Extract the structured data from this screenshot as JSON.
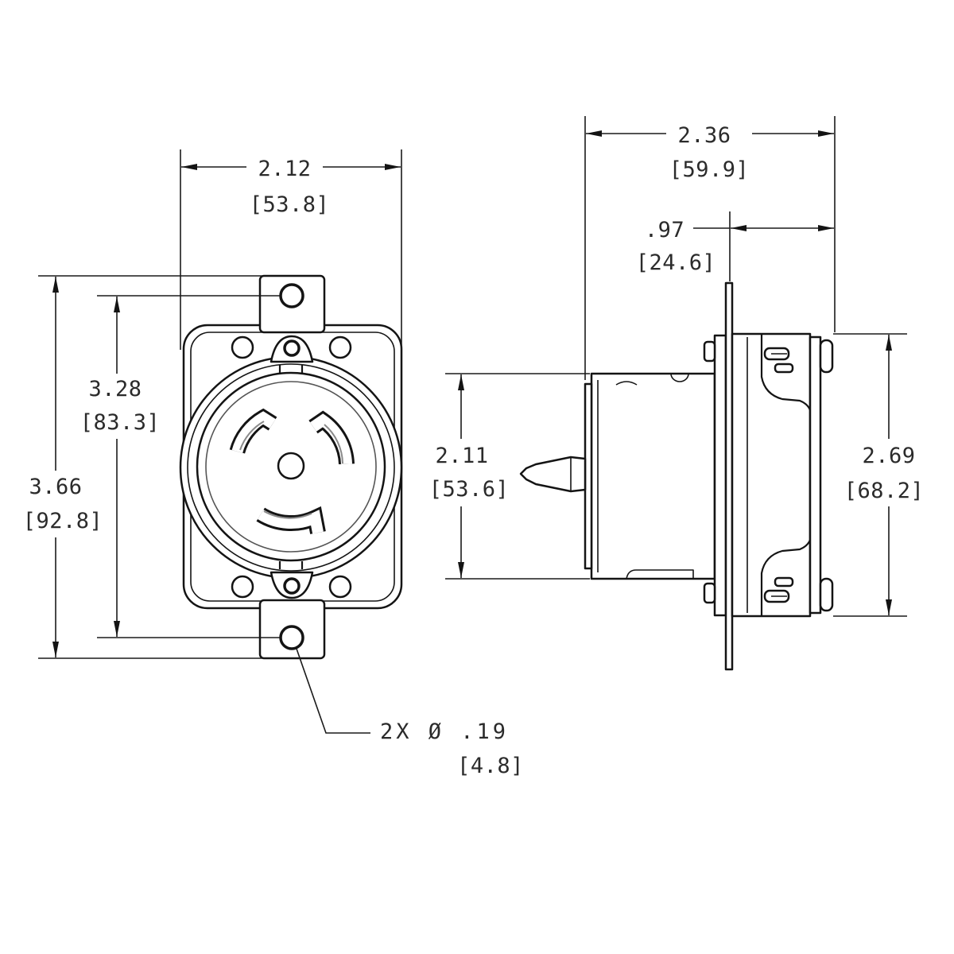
{
  "front_view": {
    "width": {
      "inch": "2.12",
      "mm": "[53.8]"
    },
    "hole_spacing": {
      "inch": "3.28",
      "mm": "[83.3]"
    },
    "overall_height": {
      "inch": "3.66",
      "mm": "[92.8]"
    },
    "hole_callout": {
      "inch": "2X Ø .19",
      "mm": "[4.8]"
    }
  },
  "side_view": {
    "overall_depth": {
      "inch": "2.36",
      "mm": "[59.9]"
    },
    "face_depth": {
      "inch": ".97",
      "mm": "[24.6]"
    },
    "body_height": {
      "inch": "2.11",
      "mm": "[53.6]"
    },
    "face_height": {
      "inch": "2.69",
      "mm": "[68.2]"
    }
  }
}
